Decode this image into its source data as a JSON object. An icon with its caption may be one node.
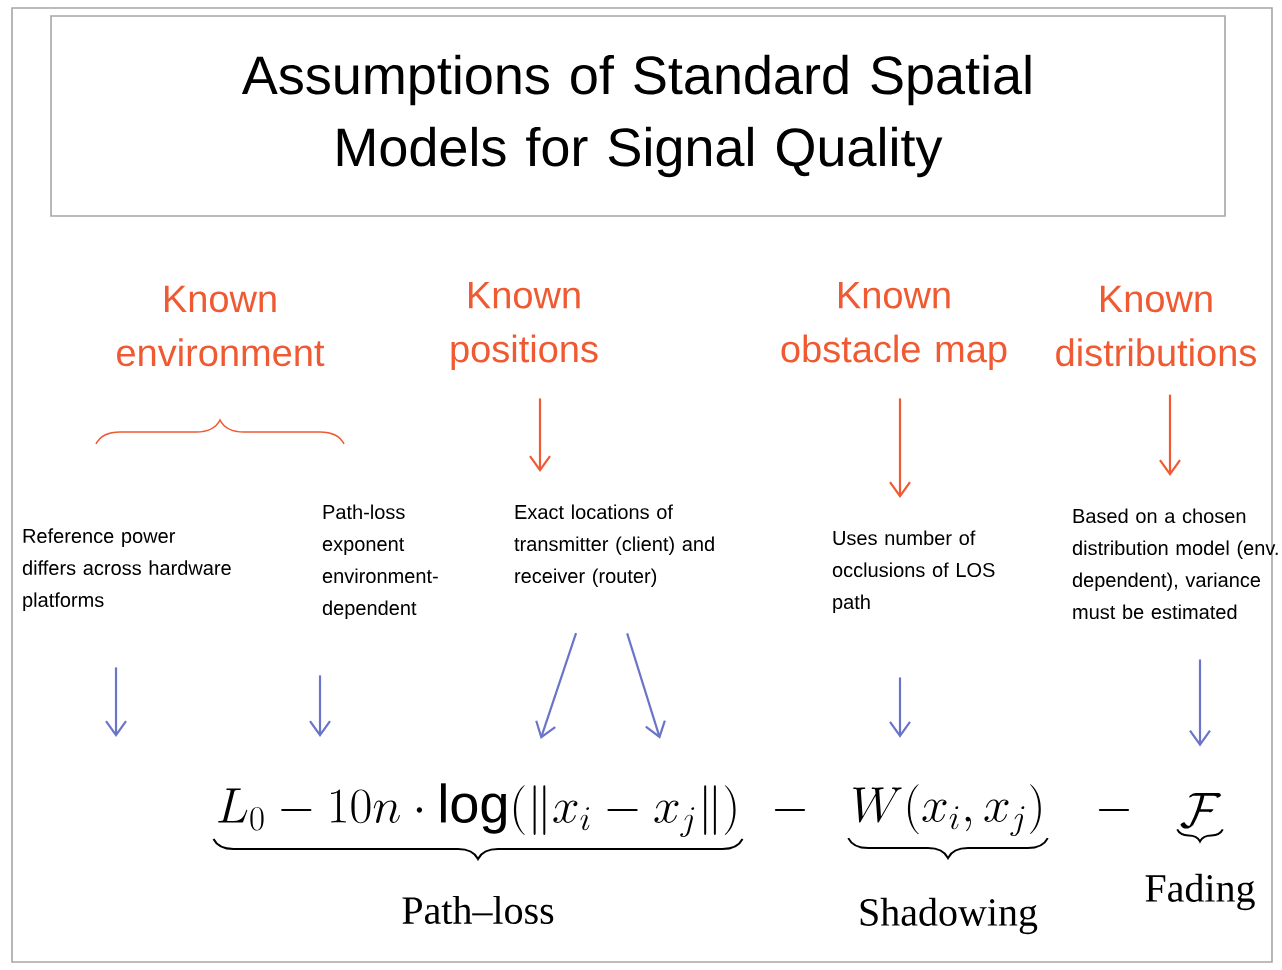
{
  "diagram": {
    "title": "Assumptions of Standard Spatial Models for Signal Quality",
    "nodes": [
      {
        "text": [
          "Known environment"
        ]
      },
      {
        "text": [
          "Known positions"
        ]
      },
      {
        "text": [
          "Known obstacle map"
        ]
      },
      {
        "text": [
          "Known distributions"
        ]
      },
      {
        "text": [
          "Reference power differs across hardware platforms"
        ]
      },
      {
        "text": [
          "Path-loss exponent environment-dependent"
        ]
      },
      {
        "text": [
          "Exact locations of transmitter (client) and receiver (router)"
        ]
      },
      {
        "text": [
          "Uses number of occlusions of LOS path"
        ]
      },
      {
        "text": [
          "Based on a chosen distribution model (env. dependent), variance must be estimated"
        ]
      },
      {
        "text": [
          "L_0 - 10n \\cdot \\log(\\|x_i - x_j\\|)"
        ],
        "beside": [
          "Path–loss"
        ]
      },
      {
        "text": [
          "W(x_i, x_j)"
        ],
        "beside": [
          "Shadowing"
        ]
      },
      {
        "text": [
          "\\mathcal{F}"
        ],
        "beside": [
          "Fading"
        ]
      }
    ],
    "edges": [
      {
        "from": 4,
        "to": 9,
        "arrow": "to",
        "color": "#6a74c8"
      },
      {
        "from": 5,
        "to": 9,
        "arrow": "to",
        "color": "#6a74c8"
      },
      {
        "from": 6,
        "to": 9,
        "arrow": "to",
        "color": "#6a74c8"
      },
      {
        "from": 6,
        "to": 9,
        "arrow": "to",
        "color": "#6a74c8"
      },
      {
        "from": 7,
        "to": 10,
        "arrow": "to",
        "color": "#6a74c8"
      },
      {
        "from": 8,
        "to": 11,
        "arrow": "to",
        "color": "#6a74c8"
      },
      {
        "from": 1,
        "to": 6,
        "arrow": "to",
        "color": "#f05a32"
      },
      {
        "from": 2,
        "to": 7,
        "arrow": "to",
        "color": "#f05a32"
      },
      {
        "from": 3,
        "to": 8,
        "arrow": "to",
        "color": "#f05a32"
      }
    ],
    "labels": [
      "-",
      "-"
    ]
  }
}
